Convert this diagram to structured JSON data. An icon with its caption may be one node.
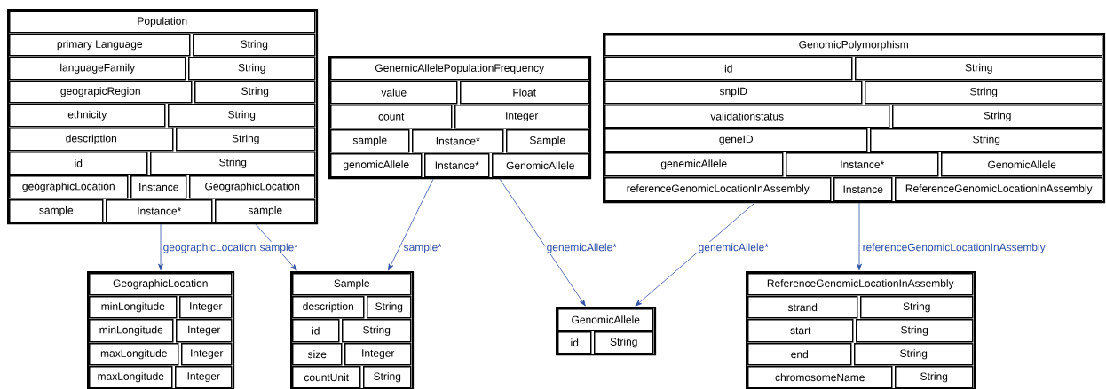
{
  "diagram": {
    "nodes": [
      {
        "text": [],
        "shape": "box"
      },
      {
        "text": [
          "Population"
        ],
        "in": 0
      },
      {
        "text": [
          "primary Language"
        ],
        "in": 0
      },
      {
        "text": [
          "String"
        ],
        "in": 0
      },
      {
        "text": [
          "languageFamily"
        ],
        "in": 0
      },
      {
        "text": [
          "String"
        ],
        "in": 0
      },
      {
        "text": [
          "geograpicRegion"
        ],
        "in": 0
      },
      {
        "text": [
          "String"
        ],
        "in": 0
      },
      {
        "text": [
          "ethnicity"
        ],
        "in": 0
      },
      {
        "text": [
          "String"
        ],
        "in": 0
      },
      {
        "text": [
          "description"
        ],
        "in": 0
      },
      {
        "text": [
          "String"
        ],
        "in": 0
      },
      {
        "text": [
          "id"
        ],
        "in": 0
      },
      {
        "text": [
          "String"
        ],
        "in": 0
      },
      {
        "text": [
          "geographicLocation"
        ],
        "in": 0
      },
      {
        "text": [
          "Instance"
        ],
        "in": 0
      },
      {
        "text": [
          "GeographicLocation"
        ],
        "in": 0
      },
      {
        "text": [
          "sample"
        ],
        "in": 0
      },
      {
        "text": [
          "Instance*"
        ],
        "in": 0
      },
      {
        "text": [
          "sample"
        ],
        "in": 0
      },
      {
        "text": [],
        "shape": "box"
      },
      {
        "text": [
          "GenemicAllelePopulationFrequency"
        ],
        "in": 20
      },
      {
        "text": [
          "value"
        ],
        "in": 20
      },
      {
        "text": [
          "Float"
        ],
        "in": 20
      },
      {
        "text": [
          "count"
        ],
        "in": 20
      },
      {
        "text": [
          "Integer"
        ],
        "in": 20
      },
      {
        "text": [
          "sample"
        ],
        "in": 20
      },
      {
        "text": [
          "Instance*"
        ],
        "in": 20
      },
      {
        "text": [
          "Sample"
        ],
        "in": 20
      },
      {
        "text": [
          "genomicAllele"
        ],
        "in": 20
      },
      {
        "text": [
          "Instance*"
        ],
        "in": 20
      },
      {
        "text": [
          "GenomicAllele"
        ],
        "in": 20
      },
      {
        "text": [],
        "shape": "box"
      },
      {
        "text": [
          "GenomicPolymorphism"
        ],
        "in": 32
      },
      {
        "text": [
          "id"
        ],
        "in": 32
      },
      {
        "text": [
          "String"
        ],
        "in": 32
      },
      {
        "text": [
          "snpID"
        ],
        "in": 32
      },
      {
        "text": [
          "String"
        ],
        "in": 32
      },
      {
        "text": [
          "validationstatus"
        ],
        "in": 32
      },
      {
        "text": [
          "String"
        ],
        "in": 32
      },
      {
        "text": [
          "geneID"
        ],
        "in": 32
      },
      {
        "text": [
          "String"
        ],
        "in": 32
      },
      {
        "text": [
          "genemicAllele"
        ],
        "in": 32
      },
      {
        "text": [
          "Instance*"
        ],
        "in": 32
      },
      {
        "text": [
          "GenomicAllele"
        ],
        "in": 32
      },
      {
        "text": [
          "referenceGenomicLocationInAssembly"
        ],
        "in": 32
      },
      {
        "text": [
          "Instance"
        ],
        "in": 32
      },
      {
        "text": [
          "ReferenceGenomicLocationInAssembly"
        ],
        "in": 32
      },
      {
        "text": [],
        "shape": "box"
      },
      {
        "text": [
          "GeographicLocation"
        ],
        "in": 48
      },
      {
        "text": [
          "minLongitude"
        ],
        "in": 48
      },
      {
        "text": [
          "Integer"
        ],
        "in": 48
      },
      {
        "text": [
          "minLongitude"
        ],
        "in": 48
      },
      {
        "text": [
          "Integer"
        ],
        "in": 48
      },
      {
        "text": [
          "maxLongitude"
        ],
        "in": 48
      },
      {
        "text": [
          "Integer"
        ],
        "in": 48
      },
      {
        "text": [
          "maxLongitude"
        ],
        "in": 48
      },
      {
        "text": [
          "Integer"
        ],
        "in": 48
      },
      {
        "text": [],
        "shape": "box"
      },
      {
        "text": [
          "Sample"
        ],
        "in": 58
      },
      {
        "text": [
          "description"
        ],
        "in": 58
      },
      {
        "text": [
          "String"
        ],
        "in": 58
      },
      {
        "text": [
          "id"
        ],
        "in": 58
      },
      {
        "text": [
          "String"
        ],
        "in": 58
      },
      {
        "text": [
          "size"
        ],
        "in": 58
      },
      {
        "text": [
          "Integer"
        ],
        "in": 58
      },
      {
        "text": [
          "countUnit"
        ],
        "in": 58
      },
      {
        "text": [
          "String"
        ],
        "in": 58
      },
      {
        "text": [],
        "shape": "box"
      },
      {
        "text": [
          "GenomicAllele"
        ],
        "in": 68
      },
      {
        "text": [
          "id"
        ],
        "in": 68
      },
      {
        "text": [
          "String"
        ],
        "in": 68
      },
      {
        "text": [],
        "shape": "box"
      },
      {
        "text": [
          "ReferenceGenomicLocationInAssembly"
        ],
        "in": 72
      },
      {
        "text": [
          "strand"
        ],
        "in": 72
      },
      {
        "text": [
          "String"
        ],
        "in": 72
      },
      {
        "text": [
          "start"
        ],
        "in": 72
      },
      {
        "text": [
          "String"
        ],
        "in": 72
      },
      {
        "text": [
          "end"
        ],
        "in": 72
      },
      {
        "text": [
          "String"
        ],
        "in": 72
      },
      {
        "text": [
          "chromosomeName"
        ],
        "in": 72
      },
      {
        "text": [
          "String"
        ],
        "in": 72
      }
    ],
    "edges": [
      {
        "from": 0,
        "to": 48,
        "arrow": "to",
        "label": "geographicLocation"
      },
      {
        "from": 0,
        "to": 58,
        "arrow": "to",
        "label": "sample*"
      },
      {
        "from": 20,
        "to": 58,
        "arrow": "to",
        "label": "sample*"
      },
      {
        "from": 20,
        "to": 68,
        "arrow": "to",
        "label": "genemicAllele*"
      },
      {
        "from": 32,
        "to": 68,
        "arrow": "to",
        "label": "genemicAllele*"
      },
      {
        "from": 32,
        "to": 72,
        "arrow": "to",
        "label": "referenceGenomicLocationInAssembly"
      }
    ]
  }
}
